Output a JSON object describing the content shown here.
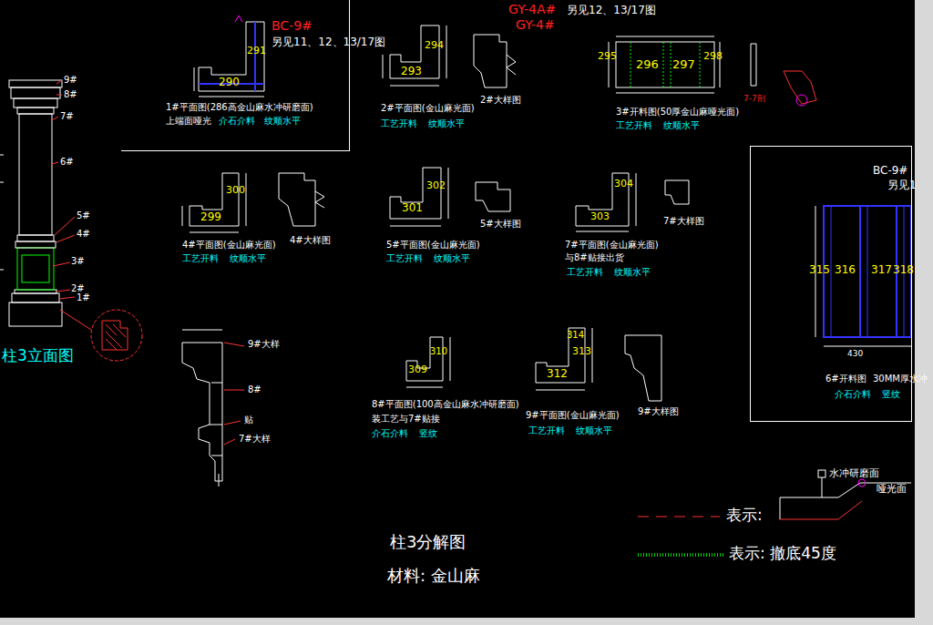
{
  "diagram": {
    "title": "柱3分解图",
    "nodes": [
      {
        "text": [
          "BC-9#",
          "另见11、12、13/17图"
        ]
      },
      {
        "text": [
          "BC-9#",
          "另见1"
        ]
      }
    ],
    "labels": [
      "GY-4A#",
      "另见12、13/17图",
      "GY-4#",
      "290",
      "291",
      "1#平面图(286高金山麻水冲研磨面)",
      "上端面哑光",
      "介石介料",
      "纹顺水平",
      "293",
      "294",
      "2#平面图(金山麻光面)",
      "工艺开料",
      "纹顺水平",
      "2#大样图",
      "295",
      "296",
      "297",
      "298",
      "3#开料图(50厚金山麻哑光面)",
      "工艺开料",
      "纹顺水平",
      "7-7剖",
      "299",
      "300",
      "4#平面图(金山麻光面)",
      "工艺开料",
      "纹顺水平",
      "4#大样图",
      "301",
      "302",
      "5#平面图(金山麻光面)",
      "工艺开料",
      "纹顺水平",
      "5#大样图",
      "303",
      "304",
      "7#平面图(金山麻光面)",
      "与8#贴接出货",
      "工艺开料",
      "纹顺水平",
      "7#大样图",
      "315",
      "316",
      "317",
      "318",
      "430",
      "6#开料图",
      "30MM厚水冲",
      "介石介料",
      "竖纹",
      "9#大样",
      "8#",
      "贴",
      "7#大样",
      "309",
      "310",
      "8#平面图(100高金山麻水冲研磨面)",
      "装工艺与7#贴接",
      "介石介料",
      "竖纹",
      "312",
      "313",
      "314",
      "9#平面图(金山麻光面)",
      "工艺开料",
      "纹顺水平",
      "9#大样图",
      "9#",
      "8#",
      "7#",
      "6#",
      "5#",
      "4#",
      "3#",
      "2#",
      "1#",
      "柱3立面图",
      "材料: 金山麻",
      "水冲研磨面",
      "哑光面"
    ],
    "legend": [
      {
        "text": "表示:"
      },
      {
        "text": "表示: 撤底45度"
      }
    ]
  }
}
